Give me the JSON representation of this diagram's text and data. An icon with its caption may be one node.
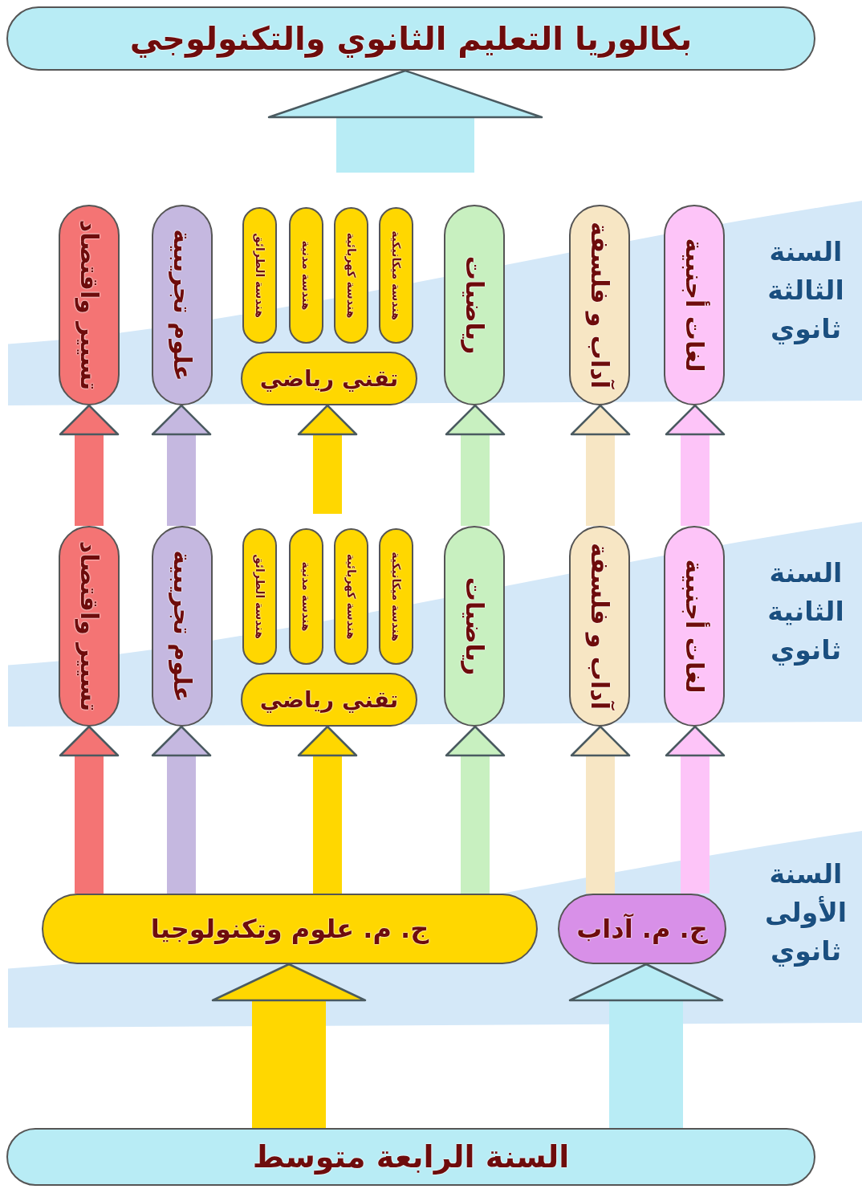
{
  "diagram": {
    "nodes": [
      {
        "text": [
          "بكالوريا التعليم الثانوي والتكنولوجي"
        ]
      },
      {
        "text": [
          "تسيير واقتصاد"
        ]
      },
      {
        "text": [
          "علوم تجريبية"
        ]
      },
      {
        "text": [
          "هندسة الطرائق"
        ]
      },
      {
        "text": [
          "هندسة مدنية"
        ]
      },
      {
        "text": [
          "هندسة كهربائية"
        ]
      },
      {
        "text": [
          "هندسة ميكانيكية"
        ]
      },
      {
        "text": [
          "تقني رياضي"
        ]
      },
      {
        "text": [
          "رياضيات"
        ]
      },
      {
        "text": [
          "آداب و فلسفة"
        ]
      },
      {
        "text": [
          "لغات أجنبية"
        ]
      },
      {
        "text": [
          "تسيير واقتصاد"
        ]
      },
      {
        "text": [
          "علوم تجريبية"
        ]
      },
      {
        "text": [
          "هندسة الطرائق"
        ]
      },
      {
        "text": [
          "هندسة مدنية"
        ]
      },
      {
        "text": [
          "هندسة كهربائية"
        ]
      },
      {
        "text": [
          "هندسة ميكانيكية"
        ]
      },
      {
        "text": [
          "تقني رياضي"
        ]
      },
      {
        "text": [
          "رياضيات"
        ]
      },
      {
        "text": [
          "آداب و فلسفة"
        ]
      },
      {
        "text": [
          "لغات أجنبية"
        ]
      },
      {
        "text": [
          "ج. م. علوم وتكنولوجيا"
        ]
      },
      {
        "text": [
          "ج. م. آداب"
        ]
      },
      {
        "text": [
          "السنة الرابعة متوسط"
        ]
      }
    ],
    "edges": [
      {
        "from": null,
        "to": 0,
        "arrow": "to",
        "color": "#b8ecf5"
      },
      {
        "from": 11,
        "to": 1,
        "arrow": "to",
        "color": "#f47474"
      },
      {
        "from": 12,
        "to": 2,
        "arrow": "to",
        "color": "#c5b8e0"
      },
      {
        "from": null,
        "to": 7,
        "arrow": "to",
        "color": "#ffd700"
      },
      {
        "from": 18,
        "to": 8,
        "arrow": "to",
        "color": "#c8f0c0"
      },
      {
        "from": 19,
        "to": 9,
        "arrow": "to",
        "color": "#f7e6c4"
      },
      {
        "from": 20,
        "to": 10,
        "arrow": "to",
        "color": "#fdc4f8"
      },
      {
        "from": 21,
        "to": 11,
        "arrow": "to",
        "color": "#f47474"
      },
      {
        "from": 21,
        "to": 12,
        "arrow": "to",
        "color": "#c5b8e0"
      },
      {
        "from": 21,
        "to": 17,
        "arrow": "to",
        "color": "#ffd700"
      },
      {
        "from": 21,
        "to": 18,
        "arrow": "to",
        "color": "#c8f0c0"
      },
      {
        "from": 22,
        "to": 19,
        "arrow": "to",
        "color": "#f7e6c4"
      },
      {
        "from": 22,
        "to": 20,
        "arrow": "to",
        "color": "#fdc4f8"
      },
      {
        "from": 23,
        "to": 21,
        "arrow": "to",
        "color": "#ffd700"
      },
      {
        "from": 23,
        "to": 22,
        "arrow": "to",
        "color": "#b8ecf5"
      }
    ],
    "labels": [
      "السنة الثالثة ثانوي",
      "السنة الثانية ثانوي",
      "السنة الأولى ثانوي"
    ]
  }
}
